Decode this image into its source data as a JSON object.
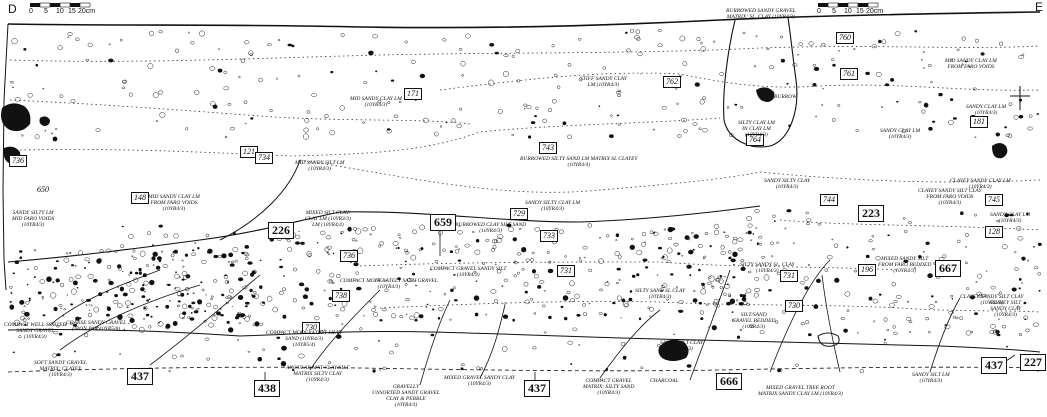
{
  "section": {
    "corner_left": "D",
    "corner_right": "E"
  },
  "scale_bar": {
    "ticks": [
      "0",
      "5",
      "10",
      "15",
      "20cm"
    ]
  },
  "contexts": [
    {
      "id": "ctx-760",
      "label": "760",
      "big": false
    },
    {
      "id": "ctx-761",
      "label": "761",
      "big": false
    },
    {
      "id": "ctx-762",
      "label": "762",
      "big": false
    },
    {
      "id": "ctx-171",
      "label": "171",
      "big": false
    },
    {
      "id": "ctx-181",
      "label": "181",
      "big": false
    },
    {
      "id": "ctx-121",
      "label": "121",
      "big": false
    },
    {
      "id": "ctx-734",
      "label": "734",
      "big": false
    },
    {
      "id": "ctx-764",
      "label": "764",
      "big": false
    },
    {
      "id": "ctx-743",
      "label": "743",
      "big": false
    },
    {
      "id": "ctx-148",
      "label": "148",
      "big": false
    },
    {
      "id": "ctx-744",
      "label": "744",
      "big": false
    },
    {
      "id": "ctx-745",
      "label": "745",
      "big": false
    },
    {
      "id": "ctx-223",
      "label": "223",
      "big": true
    },
    {
      "id": "ctx-128",
      "label": "128",
      "big": false
    },
    {
      "id": "ctx-226",
      "label": "226",
      "big": true
    },
    {
      "id": "ctx-659",
      "label": "659",
      "big": true
    },
    {
      "id": "ctx-733",
      "label": "733",
      "big": false
    },
    {
      "id": "ctx-736",
      "label": "736",
      "big": false
    },
    {
      "id": "ctx-738",
      "label": "738",
      "big": false
    },
    {
      "id": "ctx-731",
      "label": "731",
      "big": false
    },
    {
      "id": "ctx-196",
      "label": "196",
      "big": false
    },
    {
      "id": "ctx-667",
      "label": "667",
      "big": true
    },
    {
      "id": "ctx-730",
      "label": "730",
      "big": false
    },
    {
      "id": "ctx-731b",
      "label": "731",
      "big": false
    },
    {
      "id": "ctx-729",
      "label": "729",
      "big": false
    },
    {
      "id": "ctx-730b",
      "label": "730",
      "big": false
    },
    {
      "id": "ctx-437a",
      "label": "437",
      "big": true
    },
    {
      "id": "ctx-438",
      "label": "438",
      "big": true
    },
    {
      "id": "ctx-437b",
      "label": "437",
      "big": true
    },
    {
      "id": "ctx-666",
      "label": "666",
      "big": true
    },
    {
      "id": "ctx-437c",
      "label": "437",
      "big": true
    },
    {
      "id": "ctx-227",
      "label": "227",
      "big": true
    },
    {
      "id": "ctx-650",
      "label": "650",
      "big": false
    },
    {
      "id": "ctx-736b",
      "label": "736",
      "big": false
    }
  ],
  "annotations": [
    {
      "id": "ann-burrowed-sandy-gravel",
      "text": "BURROWED SANDY GRAVEL\nMATRIX: SL. CLAY (10YR4/3)"
    },
    {
      "id": "ann-burrow",
      "text": "BURROW"
    },
    {
      "id": "ann-silty-clay-lm-762",
      "text": "STIFF SANDY CLAY\nLM (10YR4/3)"
    },
    {
      "id": "ann-mid-sandy-clay-lm-171",
      "text": "MID SANDY CLAY LM\n(10YR4/3)"
    },
    {
      "id": "ann-sandy-clay-lm-181",
      "text": "SANDY CLAY LM\n(10YR4/3)"
    },
    {
      "id": "ann-mid-sandy-silt-lm",
      "text": "MID SANDY SILT LM\n(10YR4/3)"
    },
    {
      "id": "ann-burrowed-silty-sand",
      "text": "BURROWED SILTY SAND LM MATRIX SL CLAYEY\n(10YR4/4)"
    },
    {
      "id": "ann-silty-clay-lm-764",
      "text": "SILTY CLAY LM\nIN CLAY LM\n(10YR4/3)"
    },
    {
      "id": "ann-sandy-silty-clay",
      "text": "SANDY SILTY CLAY\n(10YR4/3)"
    },
    {
      "id": "ann-mid-sandy-clay-lm-761",
      "text": "MID SANDY CLAY LM\nFROM FARO VOIDS"
    },
    {
      "id": "ann-sandy-clay-lm-128",
      "text": "SANDY CLAY LM\n(10YR4/3)"
    },
    {
      "id": "ann-clayey-sandy-clay",
      "text": "CLAYEY SANDY CLAY LM\n(10YR4/3)"
    },
    {
      "id": "ann-sandy-clay-lm-223",
      "text": "SANDY CLAY LM\n(10YR4/3)"
    },
    {
      "id": "ann-sandy-silty-lm-left",
      "text": "SANDY SILTY LM\nMID FARO VOIDS\n(10YR4/3)"
    },
    {
      "id": "ann-mid-sandy-clay-lm-left",
      "text": "MID SANDY CLAY LM\nFROM FARO VOIDS\n(10YR4/3)"
    },
    {
      "id": "ann-mixed-silt-clay",
      "text": "MIXED SILT CLAY/\nCLAY LM (10YR3/3)\nLM (10YR4/4)"
    },
    {
      "id": "ann-burrowed-clay-silt",
      "text": "BURROWED CLAY SILT SAND\n(10YR4/3)"
    },
    {
      "id": "ann-sandy-silty-clay-lm",
      "text": "SANDY SILTY CLAY LM\n(10YR4/3)"
    },
    {
      "id": "ann-silty-sandy-sl-clay",
      "text": "SILTY SANDY SL. CLAY\n(10YR4/3)"
    },
    {
      "id": "ann-mixed-sandy-silt",
      "text": "MIXED SANDY SILT\nFROM FARO BEDDED\n(10YR4/3)"
    },
    {
      "id": "ann-clayey-silt-sand",
      "text": "CLAYEY SANDY SILT CLAY\n(10YR4/3)"
    },
    {
      "id": "ann-compact-gravel-sandy-silt",
      "text": "COMPACT GRAVEL SANDY SILT\n(10YR4/3)"
    },
    {
      "id": "ann-silty-sand-sl-clay",
      "text": "SILTY SAND SL CLAY\n(10YR4/3)"
    },
    {
      "id": "ann-compact-moderately-sand",
      "text": "COMPACT MODERATELY SAND GRAVEL\n(10YR4/3)"
    },
    {
      "id": "ann-compact-gravel-left",
      "text": "COMPACT WELL-SORTED\nSANDY GRAVEL\n(10YR4/3)"
    },
    {
      "id": "ann-coarse-sandy-gravel",
      "text": "COARSE SANDY GRAVEL\n(IRON PAN 10YR5/8)"
    },
    {
      "id": "ann-soft-sandy-gravel",
      "text": "SOFT SANDY GRAVEL\nMATRIX: CLAYEY\n(10YR4/3)"
    },
    {
      "id": "ann-compact-moderately-silty",
      "text": "COMPACT MODERATELY SILTY\nSAND (10YR4/3)\n(10YR5/4)"
    },
    {
      "id": "ann-angular-mat-clay",
      "text": "ANGULAR MAT CLAY/SILT\nMATRIX SILTY CLAY\n(10YR4/3)"
    },
    {
      "id": "ann-gravelly-sandy",
      "text": "GRAVELLY\nUNSORTED SANDY GRAVEL\nCLAY & PEBBLE\n(10YR4/3)"
    },
    {
      "id": "ann-mixed-gravel-sandy",
      "text": "MIXED GRAVEL SANDY CLAY\n(10YR4/3)"
    },
    {
      "id": "ann-compact-gravel-mid",
      "text": "COMPACT GRAVEL\nMATRIX: SILTY SAND\n(10YR4/3)"
    },
    {
      "id": "ann-charcoal",
      "text": "CHARCOAL"
    },
    {
      "id": "ann-mixed-gravel-tree",
      "text": "MIXED GRAVEL TREE ROOT\nMATRIX SANDY CLAY LM (10YR4/3)"
    },
    {
      "id": "ann-sandy-silt-lm-right",
      "text": "SANDY SILT LM\n(10YR4/3)"
    },
    {
      "id": "ann-sandy-silt-clay",
      "text": "SANDY SILT CLAY\n(10YR4/3)"
    },
    {
      "id": "ann-clayey-silt",
      "text": "CLAYEY SILT\nSANDY CLAY\n(10YR4/3)"
    },
    {
      "id": "ann-clayey-sandy-silt-right",
      "text": "CLAYEY SANDY SILT CLAY\nFROM FARO VOIDS\n(10YR4/3)"
    },
    {
      "id": "ann-silt-sand-gravel",
      "text": "SILT/SAND\nGRAVEL BEDDED\n(10YR4/3)"
    }
  ]
}
